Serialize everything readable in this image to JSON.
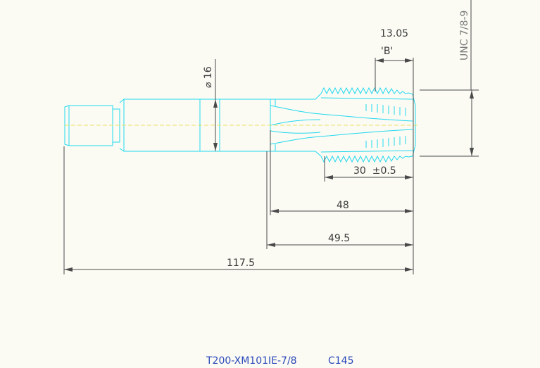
{
  "drawing": {
    "dimensions": {
      "overall_length": "117.5",
      "length_49_5": "49.5",
      "length_48": "48",
      "thread_length": "30  ±0.5",
      "b_length": "13.05",
      "b_label": "'B'",
      "shank_dia": "⌀ 16",
      "thread_spec": "UNC 7/8-9"
    },
    "title_block": {
      "part_number": "T200-XM101IE-7/8",
      "code": "C145"
    }
  }
}
